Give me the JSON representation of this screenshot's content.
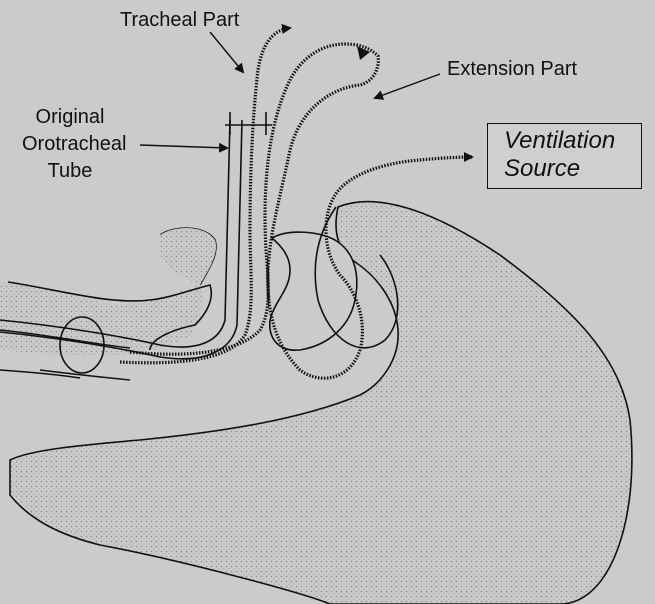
{
  "labels": {
    "tracheal_part": "Tracheal Part",
    "extension_part": "Extension Part",
    "original_tube_line1": "Original",
    "original_tube_line2": "Orotracheal",
    "original_tube_line3": "Tube",
    "ventilation_line1": "Ventilation",
    "ventilation_line2": "Source"
  },
  "colors": {
    "background": "#cbcbcb",
    "outline": "#111111",
    "stipple": "#8a8a8a"
  }
}
